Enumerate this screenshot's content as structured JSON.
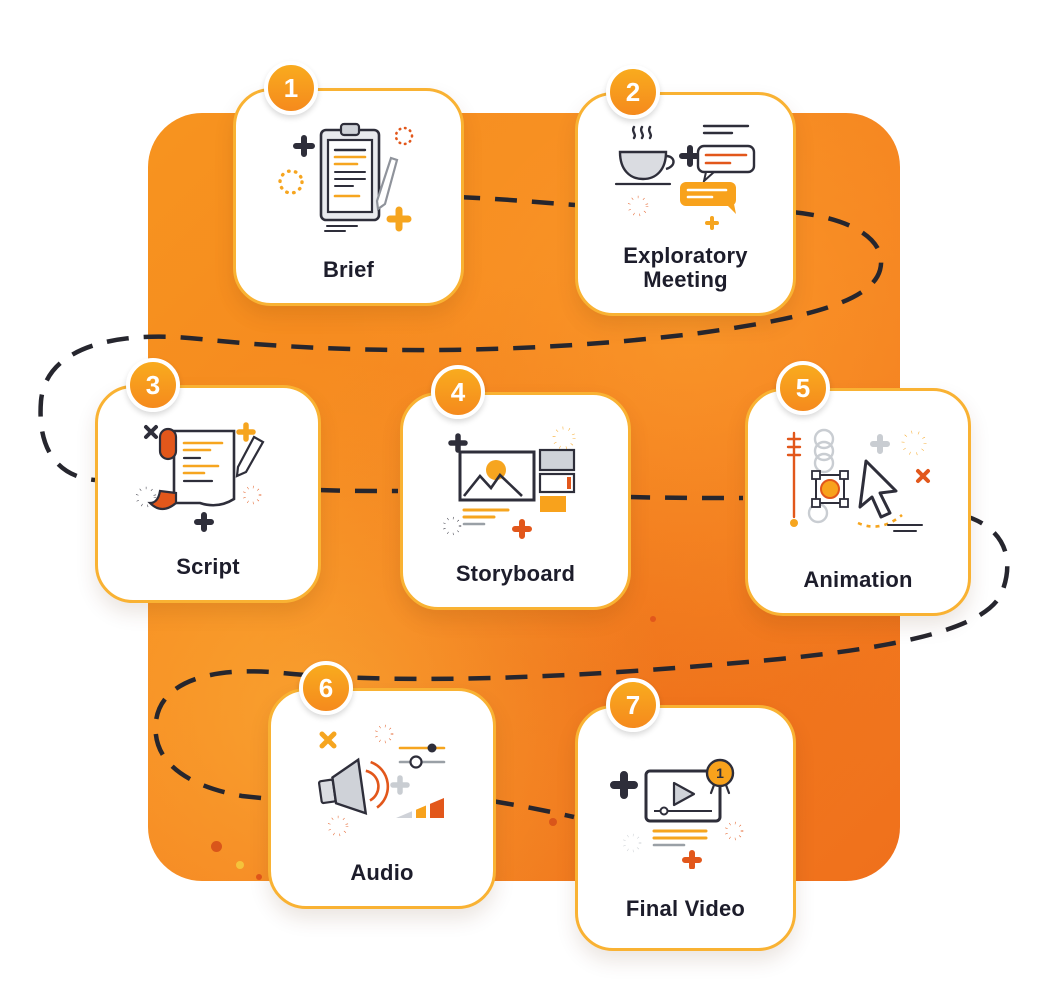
{
  "diagram": {
    "type": "process-flow",
    "connector_style": "dashed",
    "steps": [
      {
        "number": "1",
        "label": "Brief",
        "icon": "clipboard-icon"
      },
      {
        "number": "2",
        "label": "Exploratory Meeting",
        "icon": "coffee-chat-icon"
      },
      {
        "number": "3",
        "label": "Script",
        "icon": "scroll-pen-icon"
      },
      {
        "number": "4",
        "label": "Storyboard",
        "icon": "storyboard-frames-icon"
      },
      {
        "number": "5",
        "label": "Animation",
        "icon": "cursor-timeline-icon"
      },
      {
        "number": "6",
        "label": "Audio",
        "icon": "speaker-sliders-icon"
      },
      {
        "number": "7",
        "label": "Final Video",
        "icon": "video-player-award-icon"
      }
    ],
    "icons": {
      "medal_text": "1"
    },
    "colors": {
      "panel_orange": "#f58220",
      "card_border": "#f9b233",
      "badge_orange": "#f8a21c",
      "dash_dark": "#26262e",
      "text_dark": "#1d1d2b",
      "accent_red": "#e2571b",
      "accent_orange": "#f6a51f"
    }
  }
}
